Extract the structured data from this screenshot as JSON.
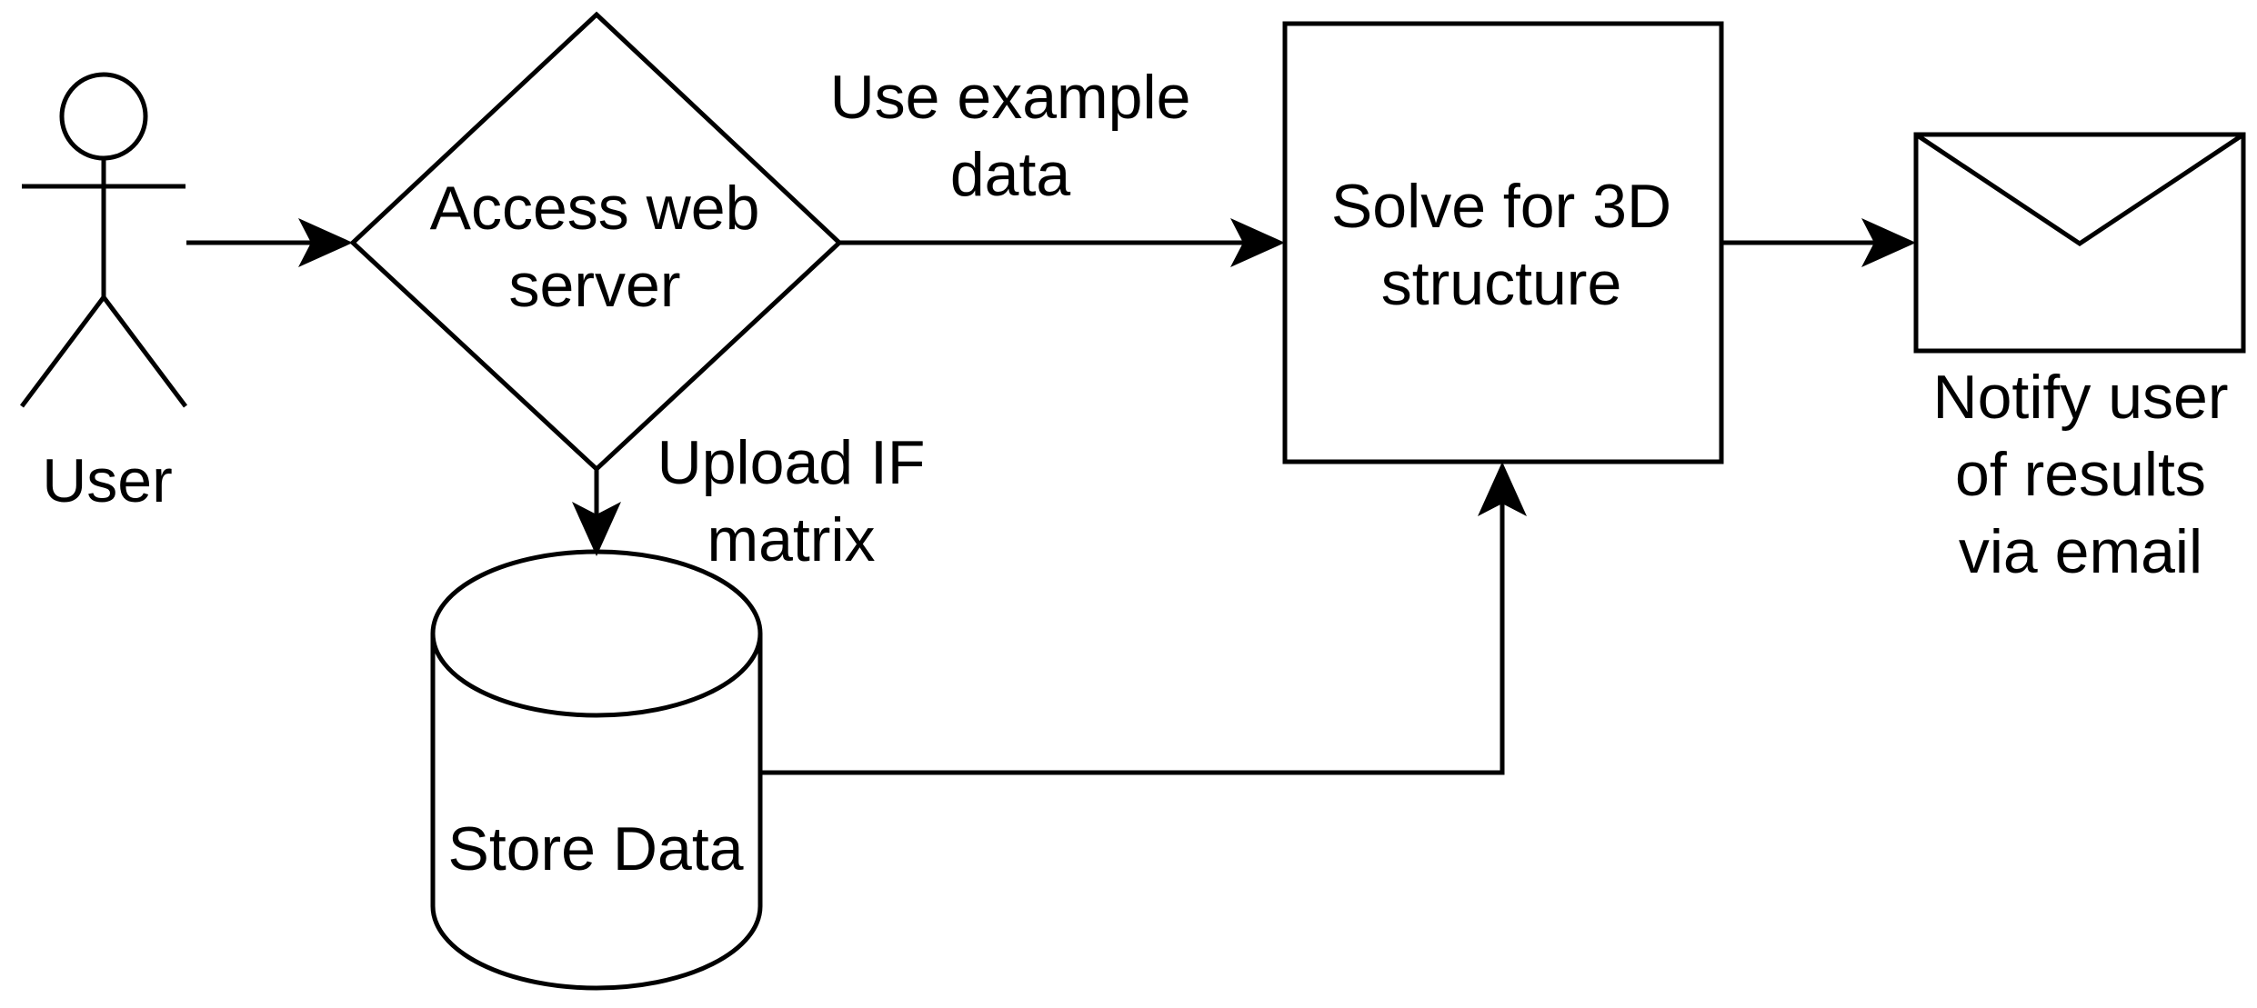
{
  "diagram": {
    "colors": {
      "stroke": "#000000",
      "text": "#000000",
      "background": "#ffffff"
    },
    "nodes": {
      "user": {
        "icon": "stick-figure-actor",
        "label": "User"
      },
      "access": {
        "shape": "diamond",
        "label_lines": [
          "Access web",
          "server"
        ]
      },
      "store": {
        "shape": "cylinder",
        "label": "Store Data"
      },
      "solve": {
        "shape": "rectangle",
        "label_lines": [
          "Solve for 3D",
          "structure"
        ]
      },
      "notify": {
        "icon": "envelope",
        "label_lines": [
          "Notify user",
          "of results",
          "via email"
        ]
      }
    },
    "edges": {
      "user_to_access": {
        "label_lines": []
      },
      "access_to_solve": {
        "label_lines": [
          "Use example",
          "data"
        ]
      },
      "access_to_store": {
        "label_lines": [
          "Upload IF",
          "matrix"
        ]
      },
      "store_to_solve": {
        "label_lines": []
      },
      "solve_to_notify": {
        "label_lines": []
      }
    }
  }
}
